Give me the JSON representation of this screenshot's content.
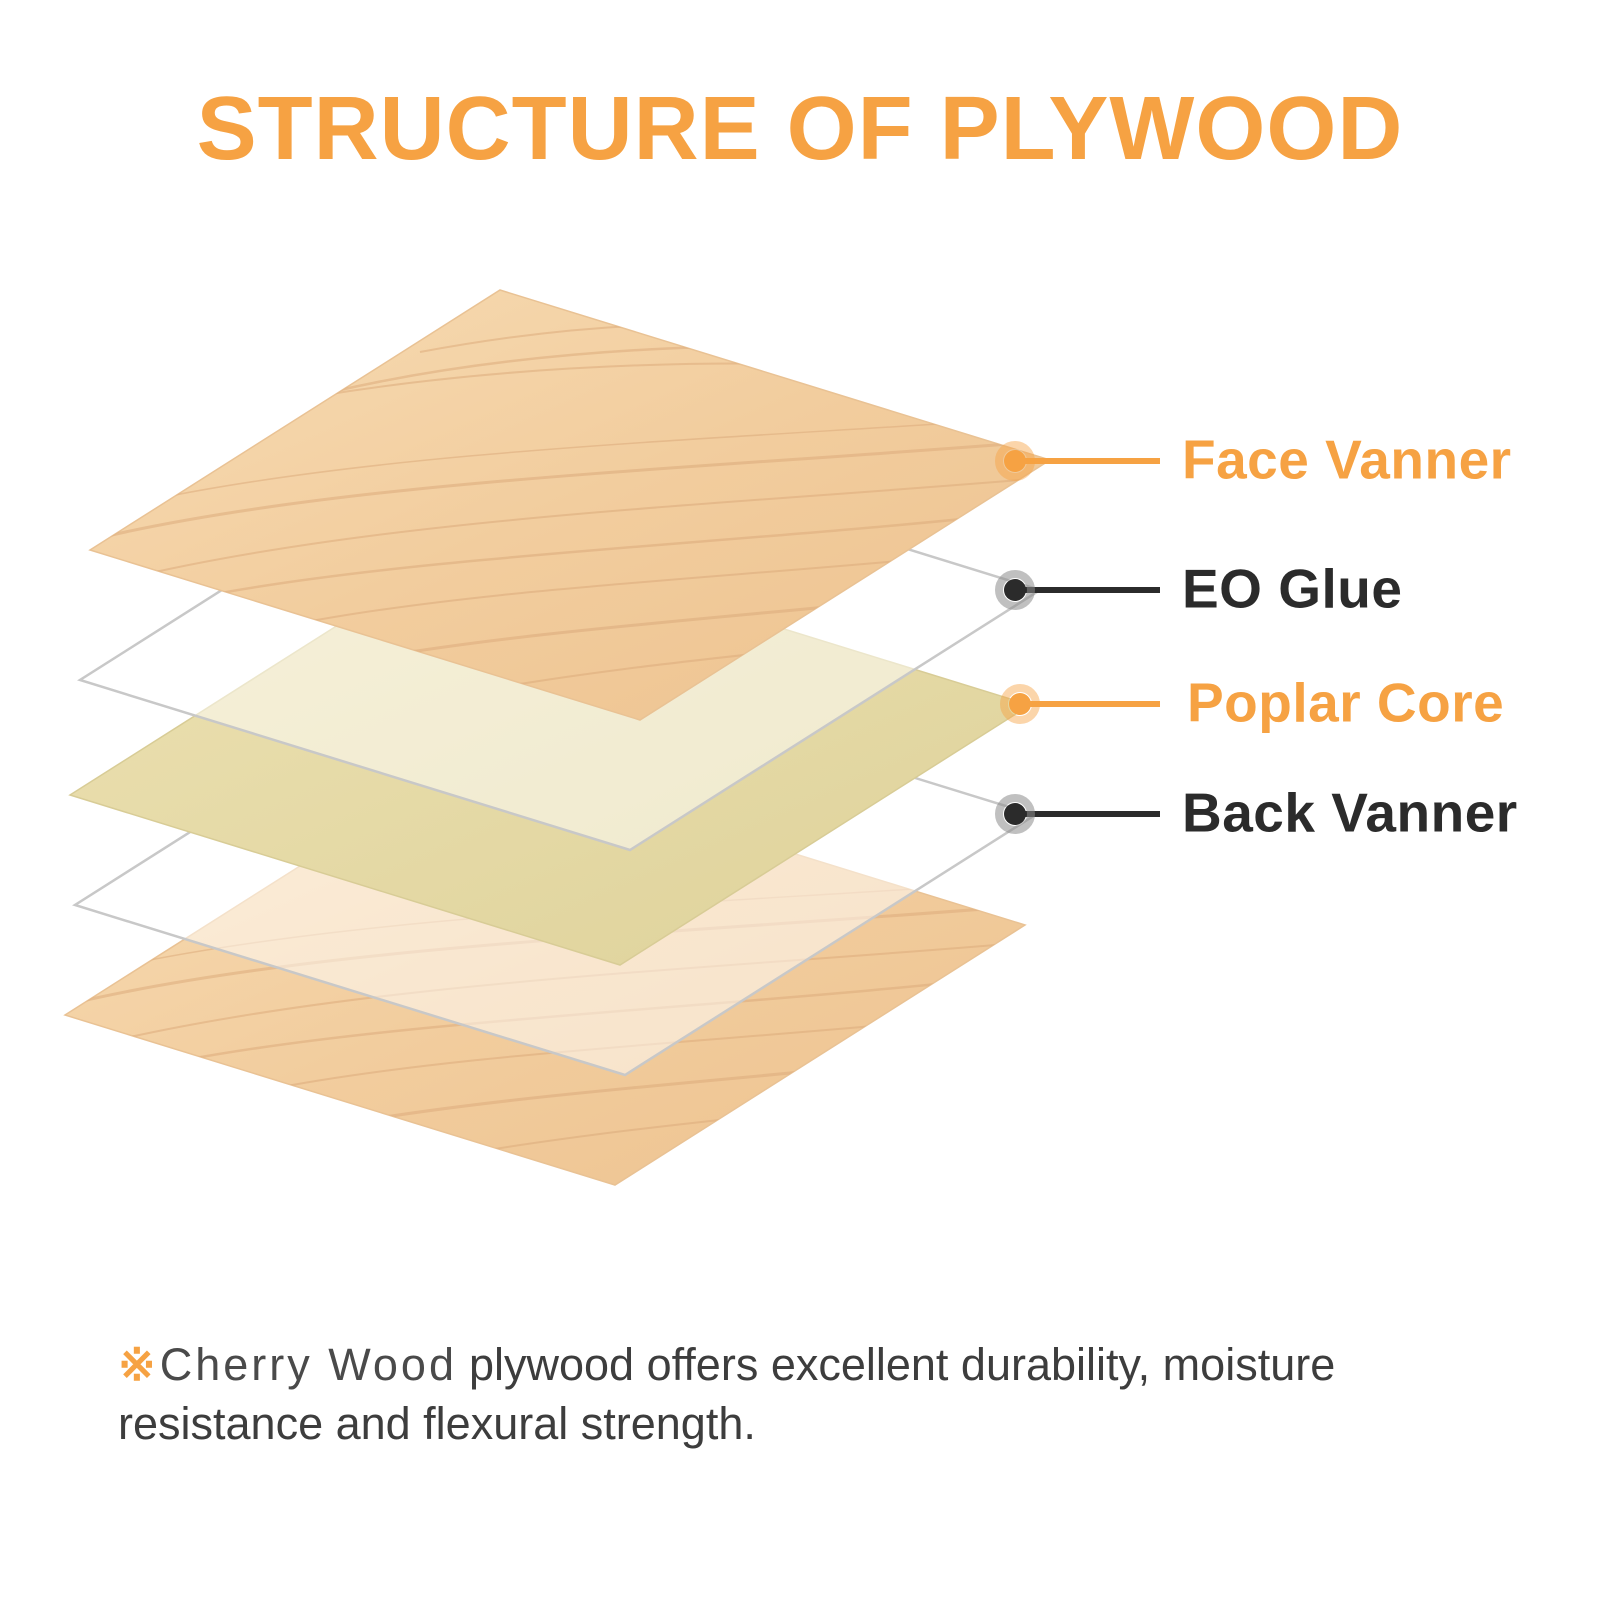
{
  "title": "STRUCTURE OF PLYWOOD",
  "colors": {
    "accent": "#F6A243",
    "dark": "#2B2B2B",
    "wood_face": "#F2CD9E",
    "core_beige": "#E8DCA9",
    "glue_edge": "#C8C8C8"
  },
  "diagram": {
    "layers": [
      "Face Vanner",
      "EO Glue",
      "Poplar Core",
      "EO Glue",
      "Back Vanner"
    ],
    "callouts": [
      {
        "id": "face-vanner",
        "label": "Face Vanner",
        "color": "accent"
      },
      {
        "id": "eo-glue",
        "label": "EO Glue",
        "color": "dark"
      },
      {
        "id": "poplar-core",
        "label": "Poplar Core",
        "color": "accent"
      },
      {
        "id": "back-vanner",
        "label": "Back Vanner",
        "color": "dark"
      }
    ]
  },
  "note": {
    "marker": "※",
    "highlight": "Cherry Wood",
    "text": "plywood offers excellent durability, moisture resistance and flexural strength."
  }
}
